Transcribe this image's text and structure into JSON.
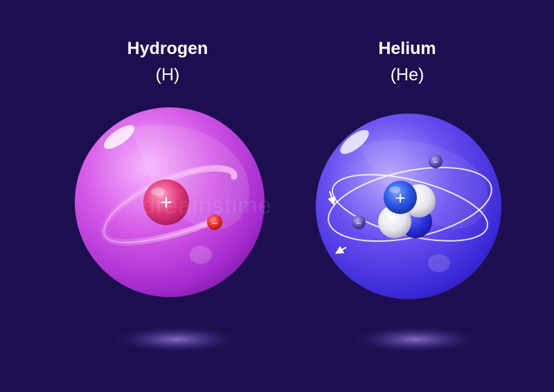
{
  "atoms": [
    {
      "name": "Hydrogen",
      "symbol": "(H)",
      "nucleus": {
        "protons": 1,
        "neutrons": 0,
        "proton_sign": "+"
      },
      "electrons": {
        "count": 1,
        "sign": "–"
      },
      "sphere_color": "#d65ae8"
    },
    {
      "name": "Helium",
      "symbol": "(He)",
      "nucleus": {
        "protons": 2,
        "neutrons": 2,
        "proton_sign": "+"
      },
      "electrons": {
        "count": 2,
        "sign": "–"
      },
      "sphere_color": "#4f3fe0"
    }
  ],
  "colors": {
    "background": "#1d0f4f",
    "proton_hydrogen": "#e0397a",
    "electron_hydrogen": "#e42a2a",
    "proton_helium": "#2a57e6",
    "neutron_helium": "#f2f2f2",
    "electron_helium": "#5a4fb0"
  },
  "watermark": "dreamstime"
}
